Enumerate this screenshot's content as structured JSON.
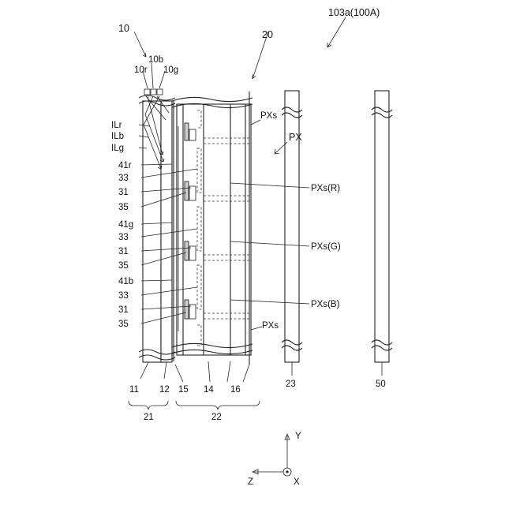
{
  "labels": {
    "title_ref": "103a(100A)",
    "ref_10": "10",
    "ref_10b": "10b",
    "ref_10r": "10r",
    "ref_10g": "10g",
    "ref_20": "20",
    "ilr": "ILr",
    "ilb": "ILb",
    "ilg": "ILg",
    "l41r": "41r",
    "l41g": "41g",
    "l41b": "41b",
    "l33": "33",
    "l31": "31",
    "l35": "35",
    "pxs_top": "PXs",
    "px": "PX",
    "pxs_r": "PXs(R)",
    "pxs_g": "PXs(G)",
    "pxs_b": "PXs(B)",
    "pxs_bottom": "PXs",
    "l11": "11",
    "l12": "12",
    "l21": "21",
    "l15": "15",
    "l14": "14",
    "l16": "16",
    "l22": "22",
    "l23": "23",
    "l50": "50",
    "axis_y": "Y",
    "axis_z": "Z",
    "axis_x": "X"
  }
}
